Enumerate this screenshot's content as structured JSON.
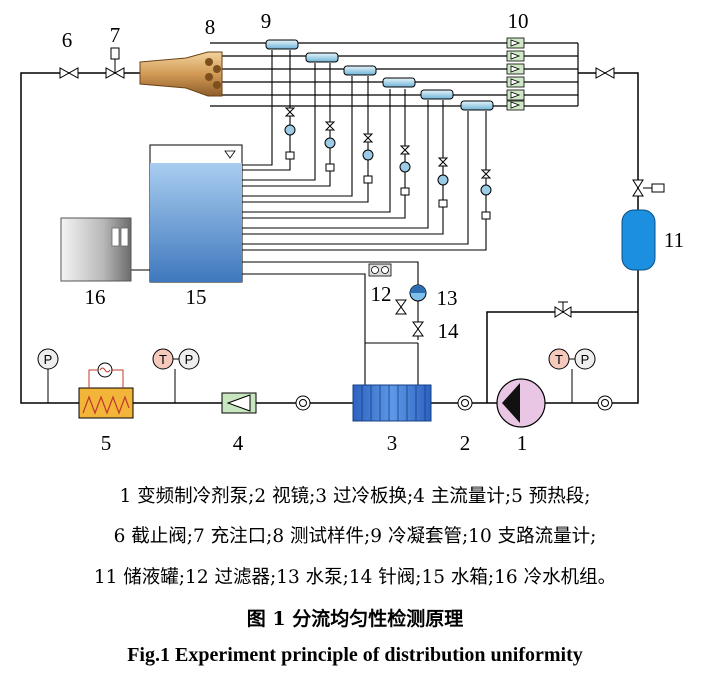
{
  "labels": {
    "n1": "1",
    "n2": "2",
    "n3": "3",
    "n4": "4",
    "n5": "5",
    "n6": "6",
    "n7": "7",
    "n8": "8",
    "n9": "9",
    "n10": "10",
    "n11": "11",
    "n12": "12",
    "n13": "13",
    "n14": "14",
    "n15": "15",
    "n16": "16"
  },
  "gauges": {
    "pressure": "P",
    "temperature": "T"
  },
  "legend": {
    "line1": "1 变频制冷剂泵;2 视镜;3 过冷板换;4 主流量计;5 预热段;",
    "line2": "6 截止阀;7 充注口;8 测试样件;9 冷凝套管;10 支路流量计;",
    "line3": "11 储液罐;12 过滤器;13 水泵;14 针阀;15 水箱;16 冷水机组。"
  },
  "caption": {
    "cn": "图 1  分流均匀性检测原理",
    "en": "Fig.1  Experiment principle of distribution uniformity"
  },
  "colors": {
    "line": "#000000",
    "tank_water": "#4f88c8",
    "receiver": "#1c8fe0",
    "heat_exchanger": "#2f6fd0",
    "pump_body": "#e8c6e4",
    "preheater": "#f2b53a",
    "flowmeter": "#c8e6c0",
    "condenser_tube": "#9fd3e8",
    "test_sample": "#d9a76a"
  }
}
